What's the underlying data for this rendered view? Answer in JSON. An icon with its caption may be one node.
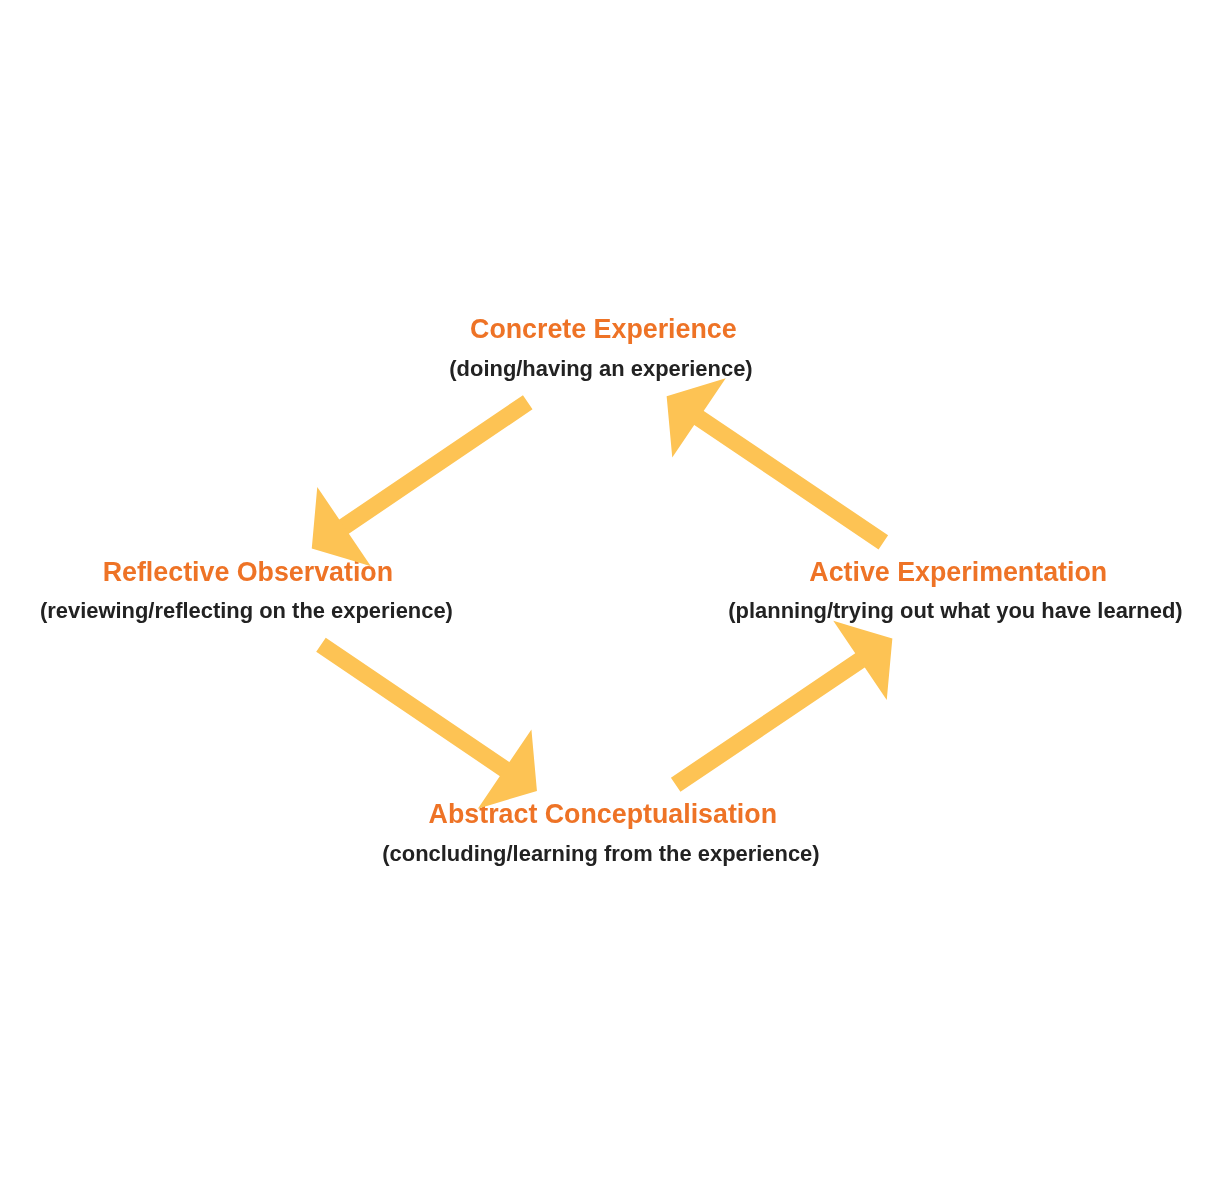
{
  "diagram": {
    "nodes": [
      {
        "text": [
          "Concrete Experience",
          "(doing/having an experience)"
        ]
      },
      {
        "text": [
          "Active Experimentation",
          "(planning/trying out what you have learned)"
        ]
      },
      {
        "text": [
          "Reflective Observation",
          "(reviewing/reflecting on the experience)"
        ]
      },
      {
        "text": [
          "Abstract Conceptualisation",
          "(concluding/learning from the experience)"
        ]
      }
    ],
    "edges": [
      {
        "from": 0,
        "to": 2,
        "arrow": "to"
      },
      {
        "from": 2,
        "to": 3,
        "arrow": "to"
      },
      {
        "from": 3,
        "to": 1,
        "arrow": "to"
      },
      {
        "from": 1,
        "to": 0,
        "arrow": "to"
      }
    ]
  }
}
